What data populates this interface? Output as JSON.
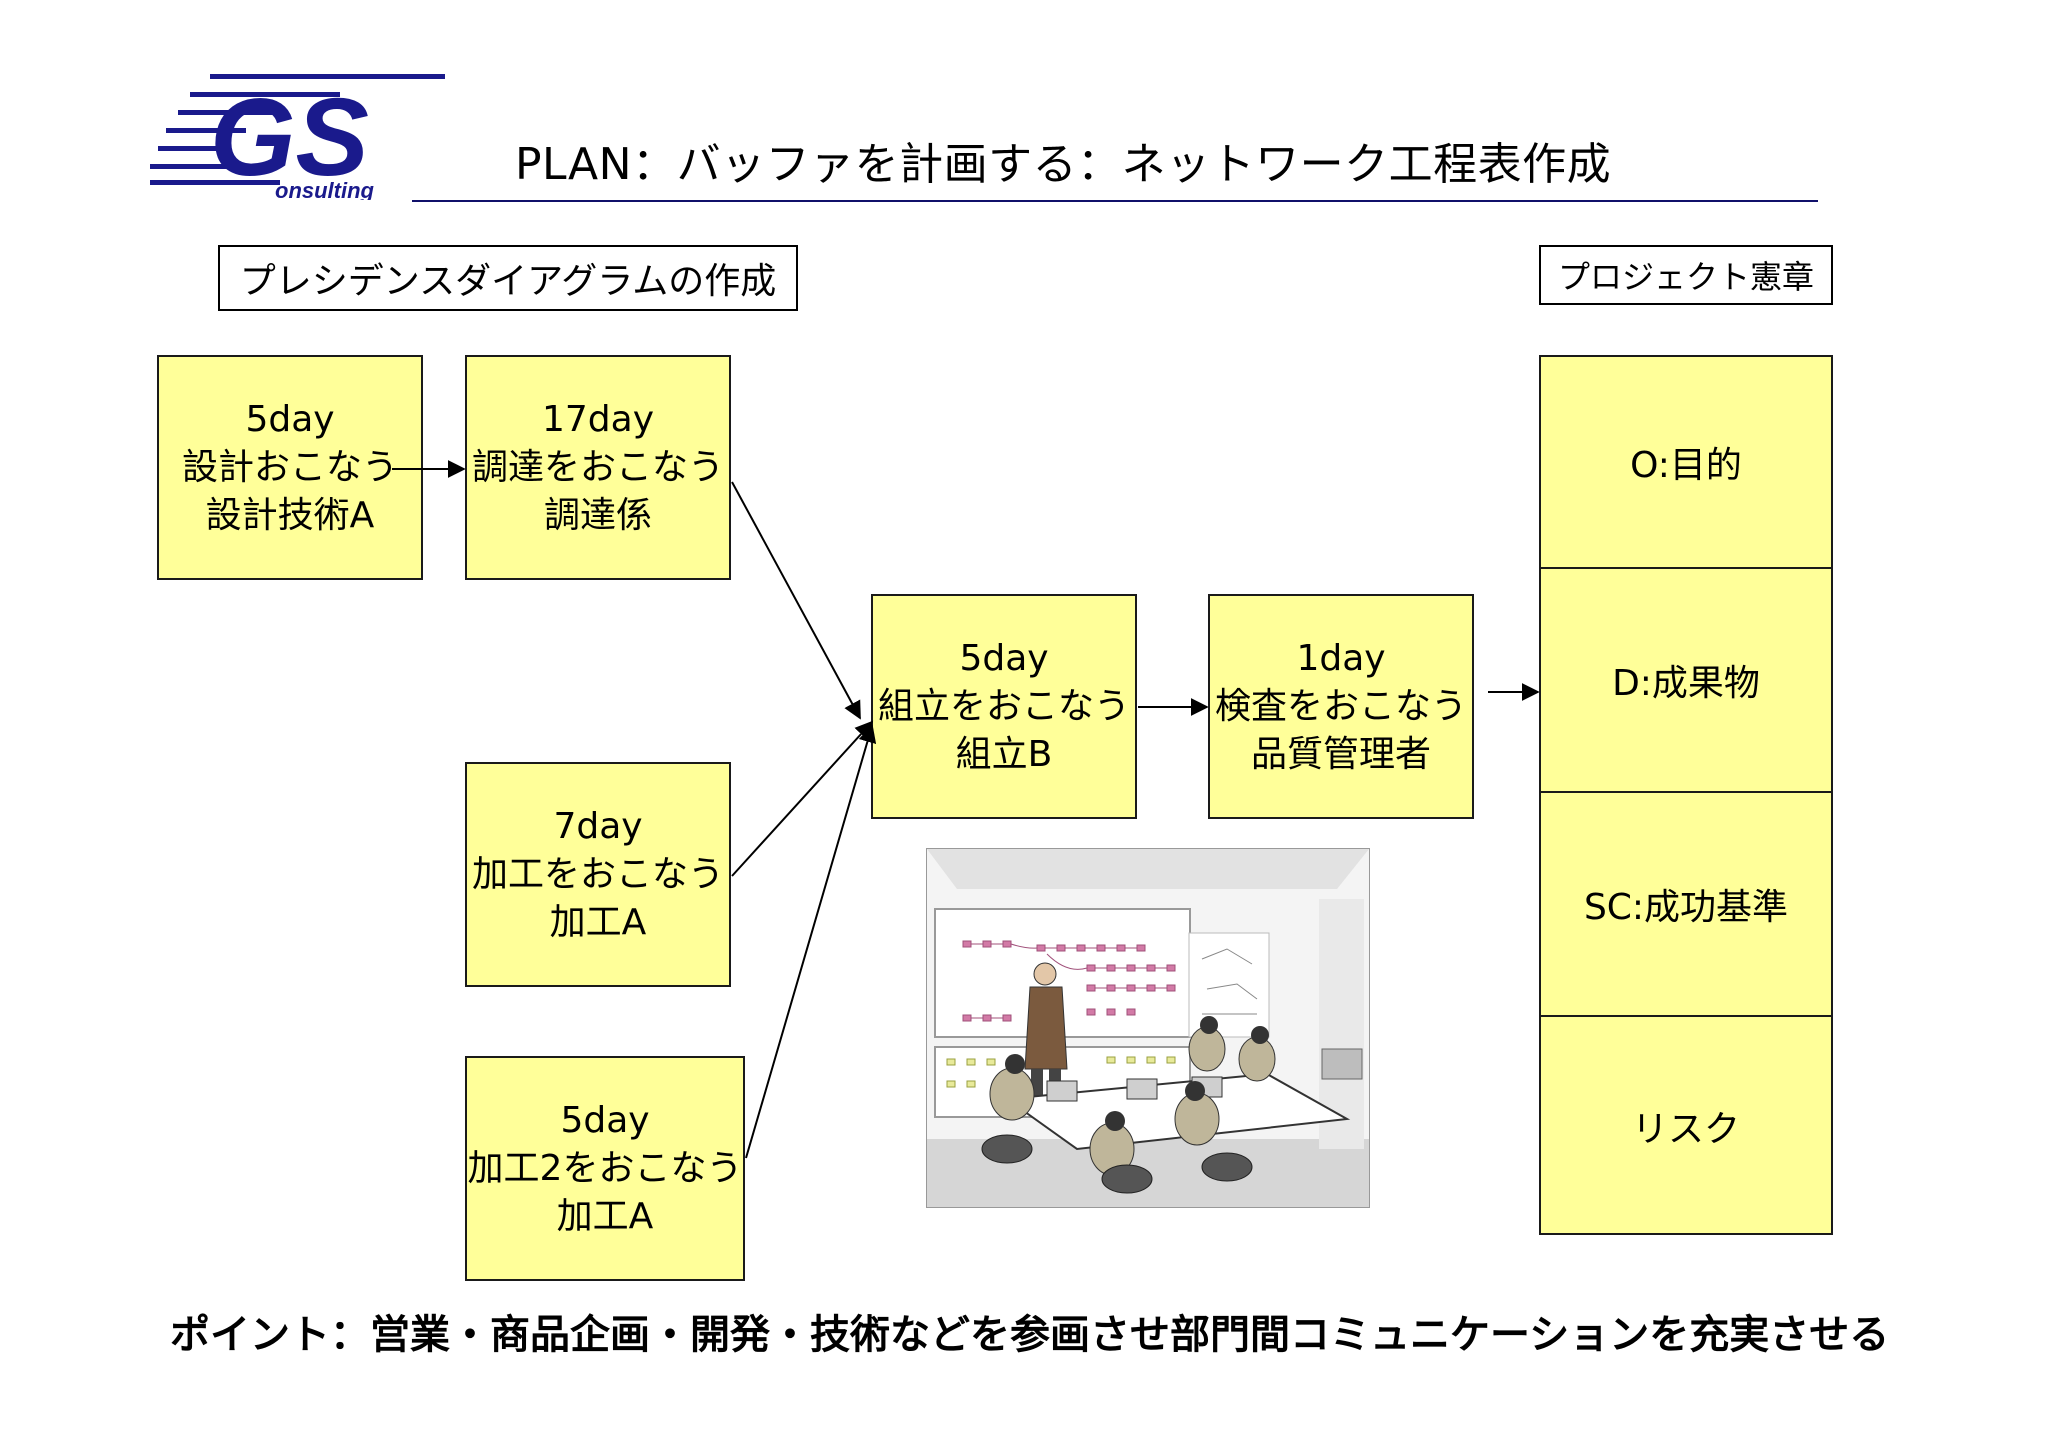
{
  "header": {
    "logo_text": "GS",
    "logo_subtext": "onsulting",
    "title": "PLAN：バッファを計画する：ネットワーク工程表作成"
  },
  "diagram": {
    "section_label": "プレシデンスダイアグラムの作成",
    "tasks": [
      {
        "id": "design",
        "lines": [
          "5day",
          "設計おこなう",
          "設計技術A"
        ]
      },
      {
        "id": "procure",
        "lines": [
          "17day",
          "調達をおこなう",
          "調達係"
        ]
      },
      {
        "id": "process1",
        "lines": [
          "7day",
          "加工をおこなう",
          "加工A"
        ]
      },
      {
        "id": "process2",
        "lines": [
          "5day",
          "加工2をおこなう",
          "加工A"
        ]
      },
      {
        "id": "assembly",
        "lines": [
          "5day",
          "組立をおこなう",
          "組立B"
        ]
      },
      {
        "id": "inspect",
        "lines": [
          "1day",
          "検査をおこなう",
          "品質管理者"
        ]
      }
    ]
  },
  "charter": {
    "label": "プロジェクト憲章",
    "items": [
      "O:目的",
      "D:成果物",
      "SC:成功基準",
      "リスク"
    ]
  },
  "footer": {
    "point": "ポイント：営業・商品企画・開発・技術などを参画させ部門間コミュニケーションを充実させる"
  },
  "colors": {
    "node_fill": "#ffff99",
    "title_rule": "#10106a",
    "logo_blue": "#1a1a8c"
  }
}
